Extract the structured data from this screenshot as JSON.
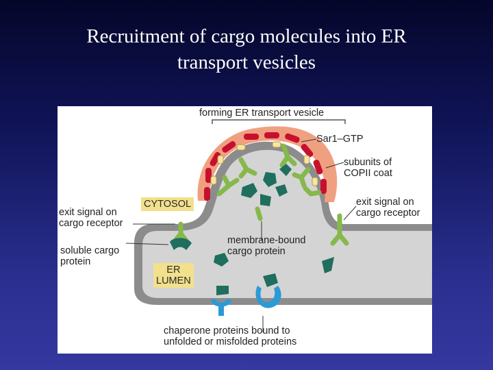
{
  "title": {
    "line1": "Recruitment of cargo molecules into ER",
    "line2": "transport vesicles"
  },
  "figure": {
    "labels": {
      "forming_vesicle": "forming ER transport vesicle",
      "sar1": "Sar1–GTP",
      "copii_line1": "subunits of",
      "copii_line2": "COPII coat",
      "cytosol": "CYTOSOL",
      "exit_left_line1": "exit signal on",
      "exit_left_line2": "cargo receptor",
      "exit_right_line1": "exit signal on",
      "exit_right_line2": "cargo receptor",
      "soluble_line1": "soluble cargo",
      "soluble_line2": "protein",
      "membrane_line1": "membrane-bound",
      "membrane_line2": "cargo protein",
      "lumen_line1": "ER",
      "lumen_line2": "LUMEN",
      "chaperone_line1": "chaperone proteins bound to",
      "chaperone_line2": "unfolded or misfolded proteins"
    },
    "colors": {
      "membrane": "#8c8c8c",
      "lumen": "#d4d4d4",
      "coat_outer": "#f0a080",
      "coat_red": "#c8102e",
      "sar1": "#f6e4a8",
      "receptor": "#86b84c",
      "cargo": "#1f6e5e",
      "chaperone": "#2b9ad6",
      "tag": "#f2e08c"
    }
  }
}
